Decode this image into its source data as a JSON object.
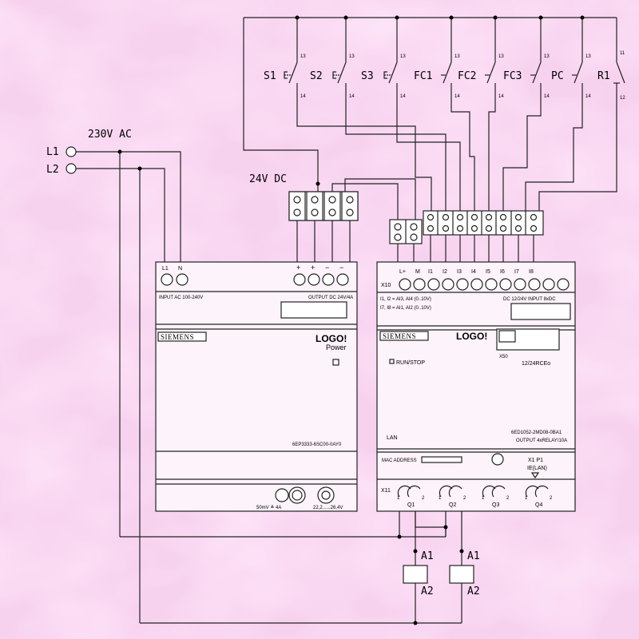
{
  "supply": {
    "label": "230V AC",
    "l1": "L1",
    "l2": "L2"
  },
  "dc_label": "24V DC",
  "switches": [
    {
      "name": "S1",
      "top": "13",
      "bottom": "14"
    },
    {
      "name": "S2",
      "top": "13",
      "bottom": "14"
    },
    {
      "name": "S3",
      "top": "13",
      "bottom": "14"
    },
    {
      "name": "FC1",
      "top": "13",
      "bottom": "14"
    },
    {
      "name": "FC2",
      "top": "13",
      "bottom": "14"
    },
    {
      "name": "FC3",
      "top": "13",
      "bottom": "14"
    },
    {
      "name": "PC",
      "top": "13",
      "bottom": "14"
    },
    {
      "name": "R1",
      "top": "11",
      "bottom": "12"
    }
  ],
  "power_supply": {
    "term_l1": "L1",
    "term_n": "N",
    "plus1": "+",
    "plus2": "+",
    "minus1": "−",
    "minus2": "−",
    "input_label": "INPUT AC 100-240V",
    "output_label": "OUTPUT DC 24V/4A",
    "brand": "SIEMENS",
    "product": "LOGO!",
    "subtitle": "Power",
    "part": "6EP3333-6SC00-0AY0",
    "current": "50mV ≙ 4A",
    "voltage": "22,2......26,4V"
  },
  "logo": {
    "terminals": [
      "L+",
      "M",
      "I1",
      "I2",
      "I3",
      "I4",
      "I5",
      "I6",
      "I7",
      "I8"
    ],
    "x10": "X10",
    "analog1": "I1, I2 = AI3, AI4 (0..10V)",
    "analog2": "I7, I8 = AI1, AI2 (0..10V)",
    "input_label": "DC 12/24V  INPUT 8xDC",
    "brand": "SIEMENS",
    "product": "LOGO!",
    "x50": "X50",
    "model": "12/24RCEo",
    "run_stop": "RUN/STOP",
    "lan": "LAN",
    "part": "6ED1052-2MD08-0BA1",
    "output": "OUTPUT 4xRELAY/10A",
    "mac": "MAC ADDRESS",
    "x1p1": "X1 P1",
    "ie_lan": "IE(LAN)",
    "x11": "X11",
    "outputs": [
      "Q1",
      "Q2",
      "Q3",
      "Q4"
    ]
  },
  "coils": [
    {
      "top": "A1",
      "bottom": "A2"
    },
    {
      "top": "A1",
      "bottom": "A2"
    }
  ]
}
